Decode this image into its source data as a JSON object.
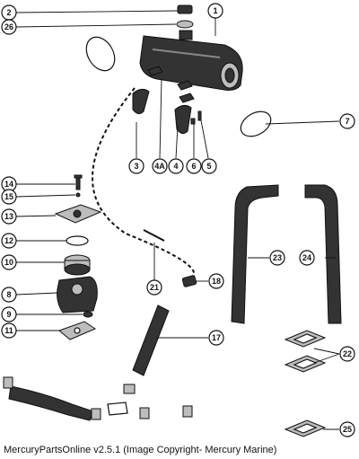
{
  "footer": {
    "text": "MercuryPartsOnline v2.5.1 (Image Copyright- Mercury Marine)"
  },
  "callouts": [
    {
      "id": "c-1",
      "label": "1"
    },
    {
      "id": "c-2",
      "label": "2"
    },
    {
      "id": "c-26",
      "label": "26"
    },
    {
      "id": "c-7",
      "label": "7"
    },
    {
      "id": "c-3",
      "label": "3"
    },
    {
      "id": "c-4A",
      "label": "4A"
    },
    {
      "id": "c-4",
      "label": "4"
    },
    {
      "id": "c-6",
      "label": "6"
    },
    {
      "id": "c-5",
      "label": "5"
    },
    {
      "id": "c-14",
      "label": "14"
    },
    {
      "id": "c-15",
      "label": "15"
    },
    {
      "id": "c-13",
      "label": "13"
    },
    {
      "id": "c-12",
      "label": "12"
    },
    {
      "id": "c-10",
      "label": "10"
    },
    {
      "id": "c-8",
      "label": "8"
    },
    {
      "id": "c-9",
      "label": "9"
    },
    {
      "id": "c-11",
      "label": "11"
    },
    {
      "id": "c-21",
      "label": "21"
    },
    {
      "id": "c-18",
      "label": "18"
    },
    {
      "id": "c-23",
      "label": "23"
    },
    {
      "id": "c-24",
      "label": "24"
    },
    {
      "id": "c-17",
      "label": "17"
    },
    {
      "id": "c-22",
      "label": "22"
    },
    {
      "id": "c-25",
      "label": "25"
    }
  ]
}
